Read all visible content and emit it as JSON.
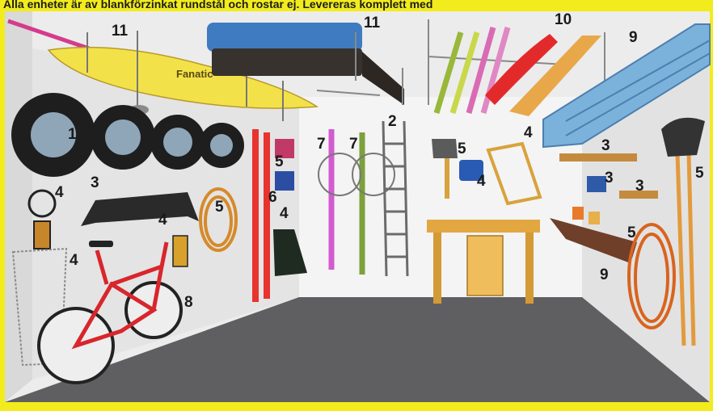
{
  "caption": "Alla enheter är av blankförzinkat rundstål och rostar ej. Levereras komplett med",
  "colors": {
    "banner": "#f2ec1c",
    "wall": "#e8e8e8",
    "floor": "#5e5e60",
    "bike": "#d8262c",
    "ladder_blue": "#6ea8d6"
  },
  "board_brand": "Fanatic",
  "callouts": {
    "n1": "1",
    "n2": "2",
    "n3a": "3",
    "n3b": "3",
    "n3c": "3",
    "n3d": "3",
    "n4a": "4",
    "n4b": "4",
    "n4c": "4",
    "n4d": "4",
    "n4e": "4",
    "n4f": "4",
    "n5a": "5",
    "n5b": "5",
    "n5c": "5",
    "n5d": "5",
    "n5e": "5",
    "n6": "6",
    "n7a": "7",
    "n7b": "7",
    "n8": "8",
    "n9a": "9",
    "n9b": "9",
    "n10": "10",
    "n11a": "11",
    "n11b": "11"
  }
}
